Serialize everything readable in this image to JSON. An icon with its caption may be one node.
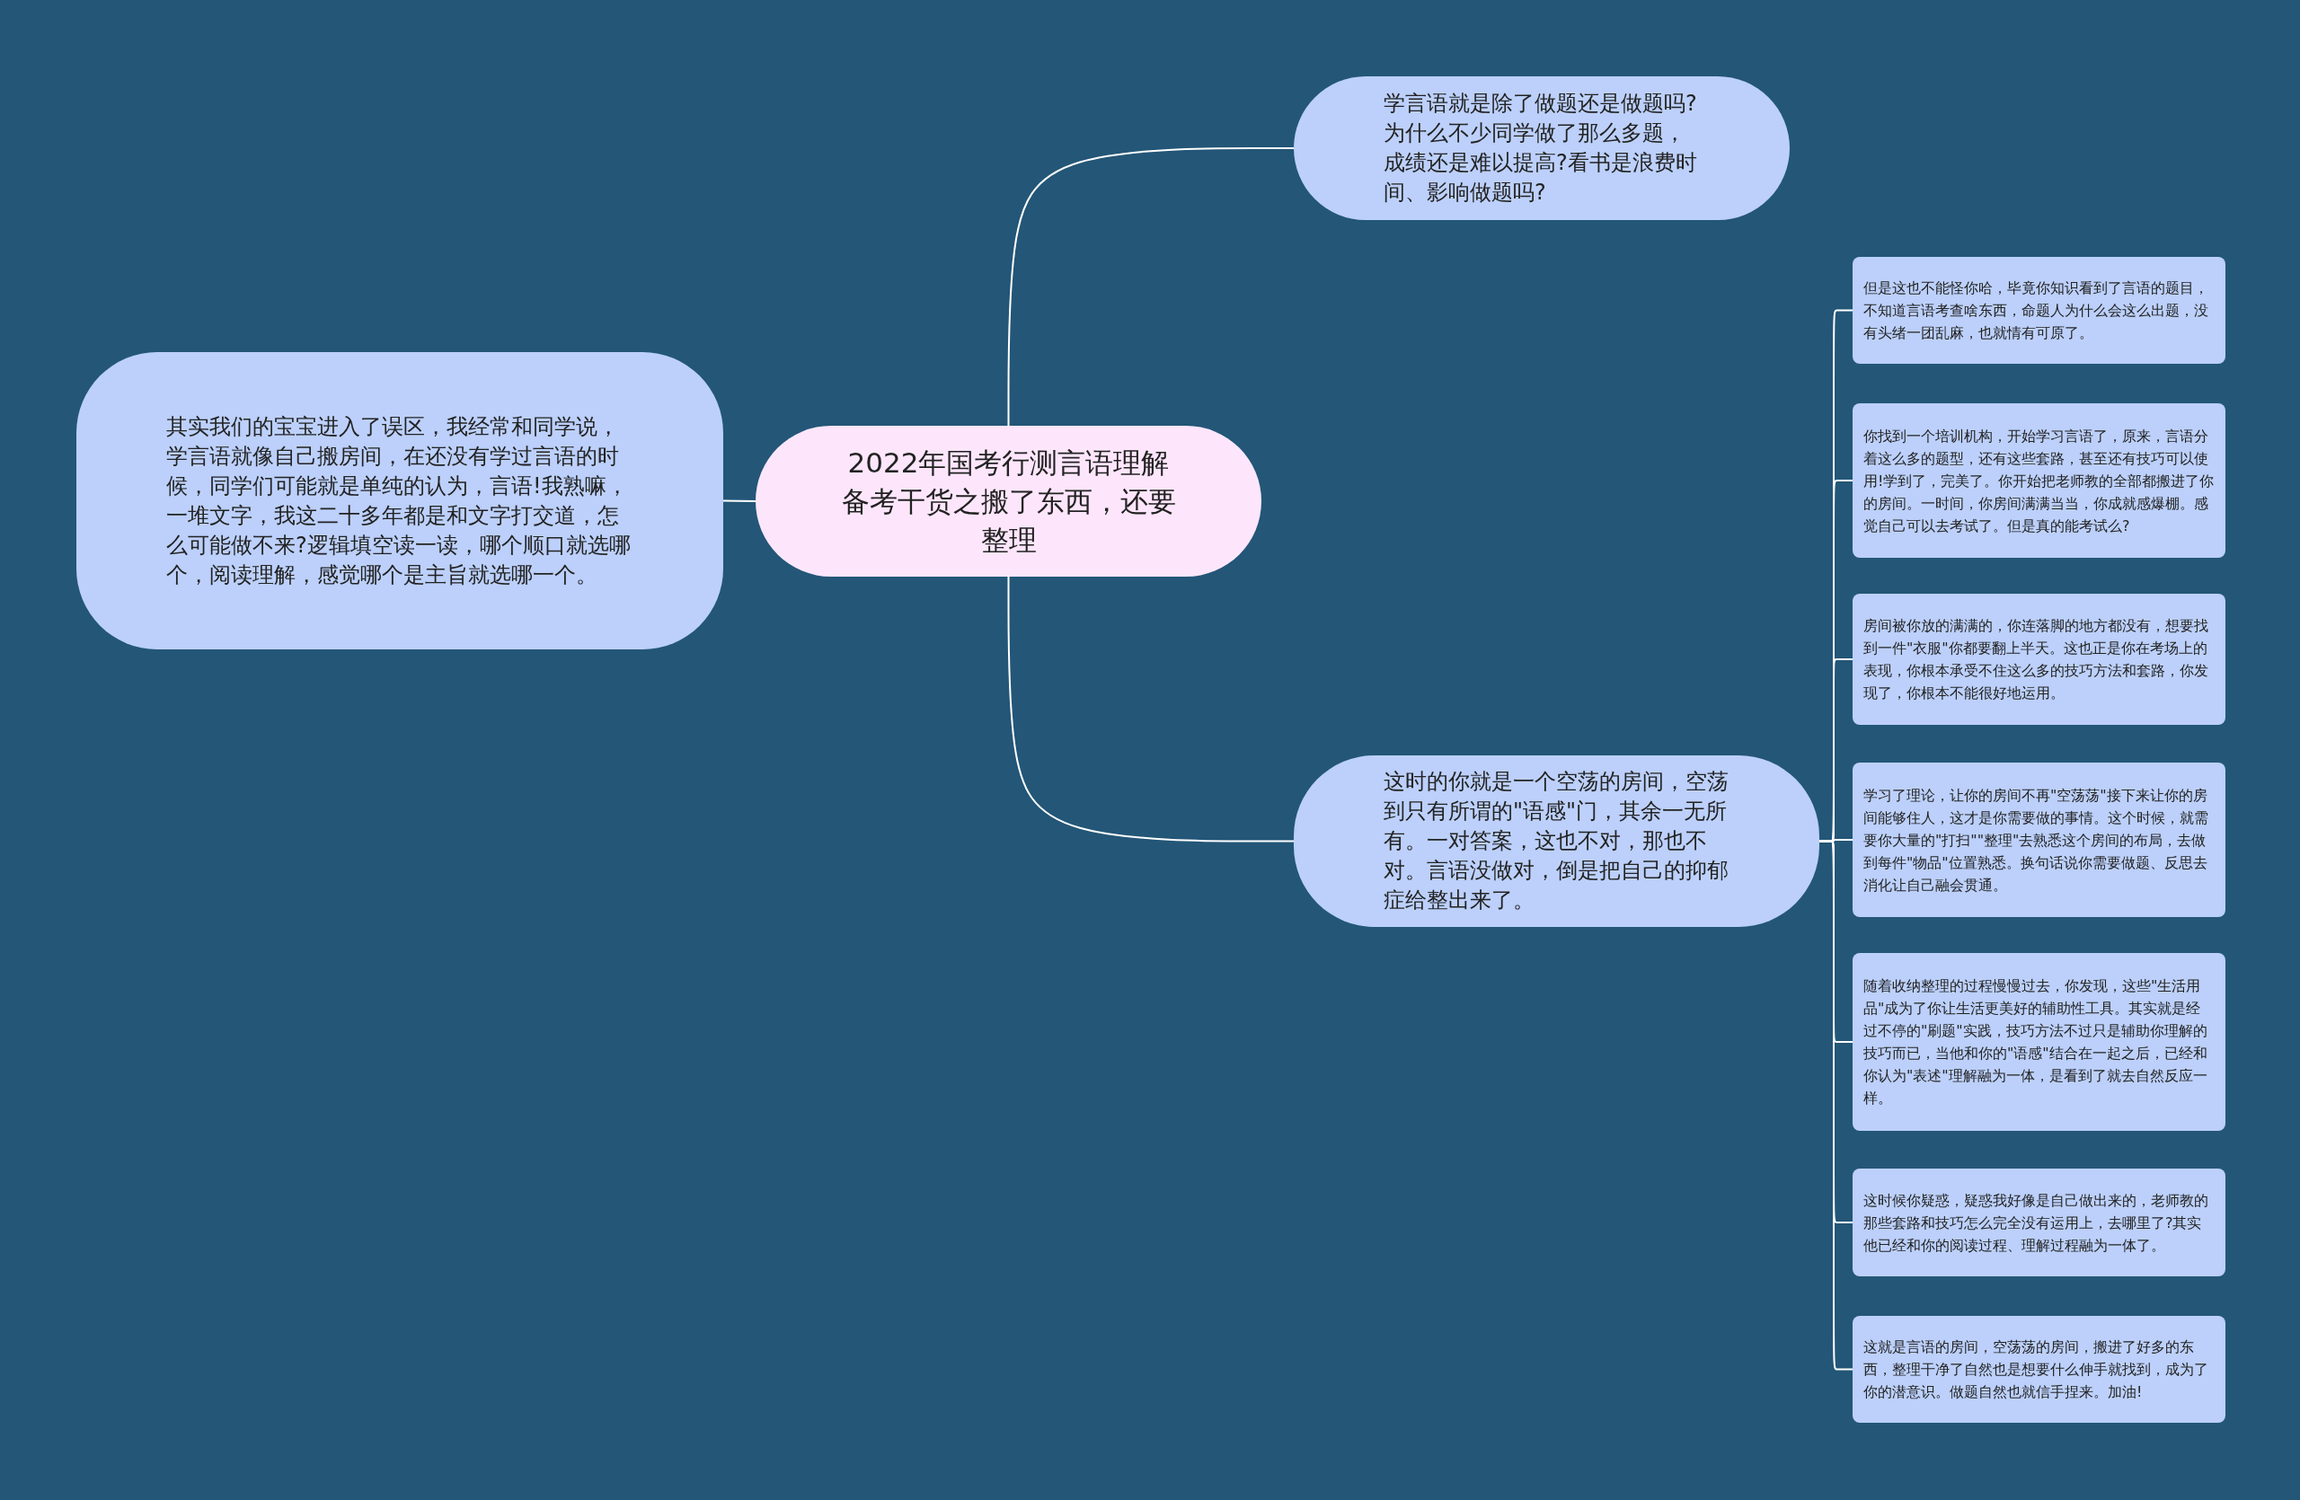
{
  "diagram": {
    "nodes": [
      {
        "text": [
          "2022年国考行测言语理解备考干货之搬了东西，还要整理"
        ]
      },
      {
        "text": [
          "其实我们的宝宝进入了误区，我经常和同学说，学言语就像自己搬房间，在还没有学过言语的时候，同学们可能就是单纯的认为，言语!我熟嘛，一堆文字，我这二十多年都是和文字打交道，怎么可能做不来?逻辑填空读一读，哪个顺口就选哪个，阅读理解，感觉哪个是主旨就选哪一个。"
        ]
      },
      {
        "text": [
          "学言语就是除了做题还是做题吗?为什么不少同学做了那么多题，成绩还是难以提高?看书是浪费时间、影响做题吗?"
        ]
      },
      {
        "text": [
          "这时的你就是一个空荡的房间，空荡到只有所谓的\"语感\"门，其余一无所有。一对答案，这也不对，那也不对。言语没做对，倒是把自己的抑郁症给整出来了。"
        ]
      },
      {
        "text": [
          "但是这也不能怪你哈，毕竟你知识看到了言语的题目，不知道言语考查啥东西，命题人为什么会这么出题，没有头绪一团乱麻，也就情有可原了。"
        ]
      },
      {
        "text": [
          "你找到一个培训机构，开始学习言语了，原来，言语分着这么多的题型，还有这些套路，甚至还有技巧可以使用!学到了，完美了。你开始把老师教的全部都搬进了你的房间。一时间，你房间满满当当，你成就感爆棚。感觉自己可以去考试了。但是真的能考试么?"
        ]
      },
      {
        "text": [
          "房间被你放的满满的，你连落脚的地方都没有，想要找到一件\"衣服\"你都要翻上半天。这也正是你在考场上的表现，你根本承受不住这么多的技巧方法和套路，你发现了，你根本不能很好地运用。"
        ]
      },
      {
        "text": [
          "学习了理论，让你的房间不再\"空荡荡\"接下来让你的房间能够住人，这才是你需要做的事情。这个时候，就需要你大量的\"打扫\"\"整理\"去熟悉这个房间的布局，去做到每件\"物品\"位置熟悉。换句话说你需要做题、反思去消化让自己融会贯通。"
        ]
      },
      {
        "text": [
          "随着收纳整理的过程慢慢过去，你发现，这些\"生活用品\"成为了你让生活更美好的辅助性工具。其实就是经过不停的\"刷题\"实践，技巧方法不过只是辅助你理解的技巧而已，当他和你的\"语感\"结合在一起之后，已经和你认为\"表述\"理解融为一体，是看到了就去自然反应一样。"
        ]
      },
      {
        "text": [
          "这时候你疑惑，疑惑我好像是自己做出来的，老师教的那些套路和技巧怎么完全没有运用上，去哪里了?其实他已经和你的阅读过程、理解过程融为一体了。"
        ]
      },
      {
        "text": [
          "这就是言语的房间，空荡荡的房间，搬进了好多的东西，整理干净了自然也是想要什么伸手就找到，成为了你的潜意识。做题自然也就信手捏来。加油!"
        ]
      }
    ],
    "edges": [
      {
        "from": 0,
        "to": 1,
        "arrow": "none"
      },
      {
        "from": 0,
        "to": 2,
        "arrow": "none"
      },
      {
        "from": 0,
        "to": 3,
        "arrow": "none"
      },
      {
        "from": 3,
        "to": 4,
        "arrow": "none"
      },
      {
        "from": 3,
        "to": 5,
        "arrow": "none"
      },
      {
        "from": 3,
        "to": 6,
        "arrow": "none"
      },
      {
        "from": 3,
        "to": 7,
        "arrow": "none"
      },
      {
        "from": 3,
        "to": 8,
        "arrow": "none"
      },
      {
        "from": 3,
        "to": 9,
        "arrow": "none"
      },
      {
        "from": 3,
        "to": 10,
        "arrow": "none"
      }
    ]
  }
}
